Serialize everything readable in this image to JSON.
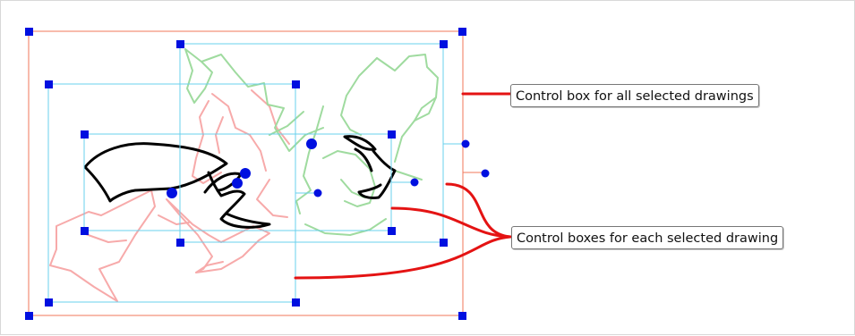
{
  "callouts": {
    "all_selected": "Control box for all selected drawings",
    "each_selected": "Control boxes for each selected drawing"
  },
  "colors": {
    "outer_box": "#f0775a",
    "drawing_box": "#6ad0ee",
    "handle": "#0010e0",
    "pointer_line": "#e41313",
    "red_drawing": "#f7aaaa",
    "green_drawing": "#9fdb9f",
    "black_drawing": "#000000"
  },
  "icons": [
    "square-handle",
    "round-pivot"
  ]
}
